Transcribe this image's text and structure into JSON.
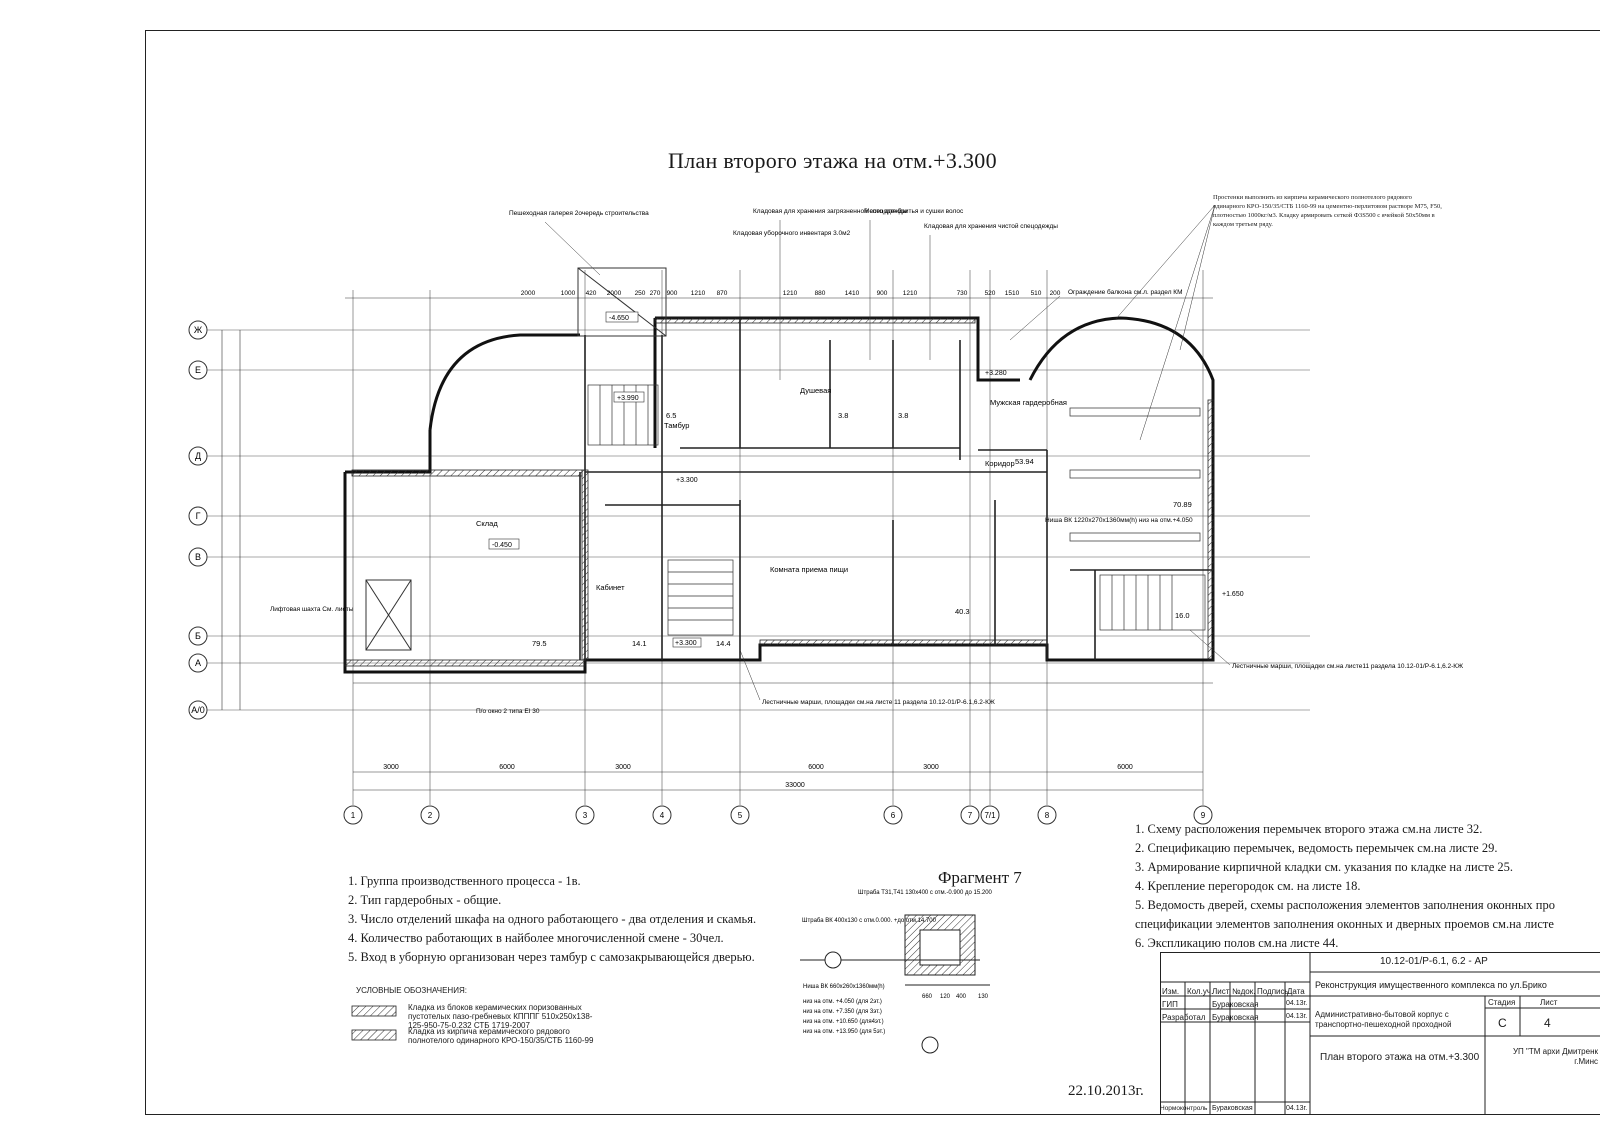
{
  "drawing": {
    "title": "План  второго этажа на отм.+3.300",
    "fragment_title": "Фрагмент 7",
    "date": "22.10.2013г."
  },
  "callouts": {
    "gallery": "Пешеходная галерея 2очередь строительства",
    "storage_dirty": "Кладовая для хранения загрязненной спецодежды",
    "storage_cleaning": "Кладовая уборочного инвентаря  3.0м2",
    "shaving": "Место для бритья и сушки волос",
    "storage_clean": "Кладовая для хранения чистой спецодежды",
    "partitions_note": "Простенки выполнить из кирпича керамического полнотелого рядового одинарного КРО-150/35/СТБ 1160-99 на цементно-перлитовом растворе М75, F50, плотностью 1000кг/м3. Кладку армировать сеткой Ф3S500 с ячейкой 50х50мм в каждом третьем ряду.",
    "balcony": "Ограждение балкона см.л.     раздел КМ",
    "stairs_left": "Лестничные марши, площадки см.на листе 11 раздела 10.12-01/Р-6.1,6.2-КЖ",
    "stairs_right": "Лестничные марши, площадки см.на листе11 раздела 10.12-01/Р-6.1,6.2-КЖ",
    "lift": "Лифтовая шахта См. листы",
    "window": "П/о окно 2 типа EI 30",
    "niche": "Ниша ВК 1220х270х1360мм(h) низ на отм.+4.050"
  },
  "rooms": {
    "sklad": "Склад",
    "kabinet": "Кабинет",
    "priem": "Комната приема пищи",
    "koridor": "Коридор",
    "garderob": "Мужская гардеробная",
    "dush": "Душевая",
    "tambur": "Тамбур"
  },
  "areas": [
    "79.5",
    "14.1",
    "14.4",
    "40.3",
    "53.94",
    "70.89",
    "16.0",
    "6.5",
    "3.8",
    "3.8"
  ],
  "levels": [
    "-4.650",
    "+3.990",
    "+3.300",
    "-0.450",
    "+3.280",
    "+1.650",
    "+3.300"
  ],
  "axes_letters": [
    "Ж",
    "Е",
    "Д",
    "Г",
    "В",
    "Б",
    "А",
    "А/0"
  ],
  "axes_numbers": [
    "1",
    "2",
    "3",
    "4",
    "5",
    "6",
    "7",
    "7/1",
    "8",
    "9"
  ],
  "dims_bottom": [
    "3000",
    "6000",
    "3000",
    "6000",
    "3000",
    "6000"
  ],
  "dim_total": "33000",
  "dims_top": [
    "2000",
    "1000",
    "420",
    "2000",
    "250",
    "270",
    "900",
    "1210",
    "870",
    "1210",
    "880",
    "1410",
    "900",
    "1210",
    "730",
    "520",
    "1510",
    "510",
    "200"
  ],
  "notes_left": [
    "1. Группа производственного процесса - 1в.",
    "2. Тип гардеробных - общие.",
    "3. Число отделений шкафа на одного работающего - два отделения и скамья.",
    "4. Количество работающих в найболее многочисленной смене - 30чел.",
    "5. Вход в уборную организован через тамбур с самозакрывающейся дверью."
  ],
  "notes_right": [
    "1. Схему  расположения перемычек второго этажа см.на листе 32.",
    "2. Спецификацию перемычек, ведомость перемычек см.на листе 29.",
    "3. Армирование кирпичной кладки см. указания по кладке на листе 25.",
    "4. Крепление перегородок см. на листе 18.",
    "5. Ведомость дверей, схемы  расположения элементов заполнения оконных про",
    "спецификации элементов заполнения оконных и дверных проемов см.на листе",
    "6. Экспликацию полов см.на листе  44."
  ],
  "legend": {
    "title": "УСЛОВНЫЕ ОБОЗНАЧЕНИЯ:",
    "item1": "Кладка из блоков керамических поризованных пустотелых пазо-гребневых КПППГ 510х250х138-125-950-75-0.232 СТБ 1719-2007",
    "item2": "Кладка из кирпича керамического рядового полнотелого одинарного КРО-150/35/СТБ 1160-99"
  },
  "fragment": {
    "l1": "Штраба Т31,Т41 130х400 с отм.-0.900 до 15.200",
    "l2": "Штраба ВК 400х130 с отм.0.000. +до отм.14.700",
    "l3": "Ниша ВК 660х260х1360мм(h)",
    "l4": "низ на отм. +4.050 (для 2эт.)",
    "l5": "низ на отм. +7.350 (для 3эт.)",
    "l6": "низ на отм. +10.650 (для4эт.)",
    "l7": "низ на отм. +13.950 (для 5эт.)",
    "dims": [
      "660",
      "120",
      "400",
      "130"
    ]
  },
  "stamp": {
    "code": "10.12-01/Р-6.1, 6.2 - АР",
    "project": "Реконструкция имущественного комплекса по ул.Брико",
    "building": "Административно-бытовой корпус с транспортно-пешеходной проходной",
    "sheet_title": "План  второго этажа на отм.+3.300",
    "org": "УП \"ТМ архи Дмитренк г.Минс",
    "headers": [
      "Изм.",
      "Кол.уч.",
      "Лист",
      "№док.",
      "Подпись",
      "Дата"
    ],
    "gip": "ГИП",
    "razrab": "Разработал",
    "normkontr": "Нормоконтроль",
    "person": "Бураковская",
    "dt": "04.13г.",
    "stage_label": "Стадия",
    "list_label": "Лист",
    "stage": "С",
    "list": "4"
  }
}
